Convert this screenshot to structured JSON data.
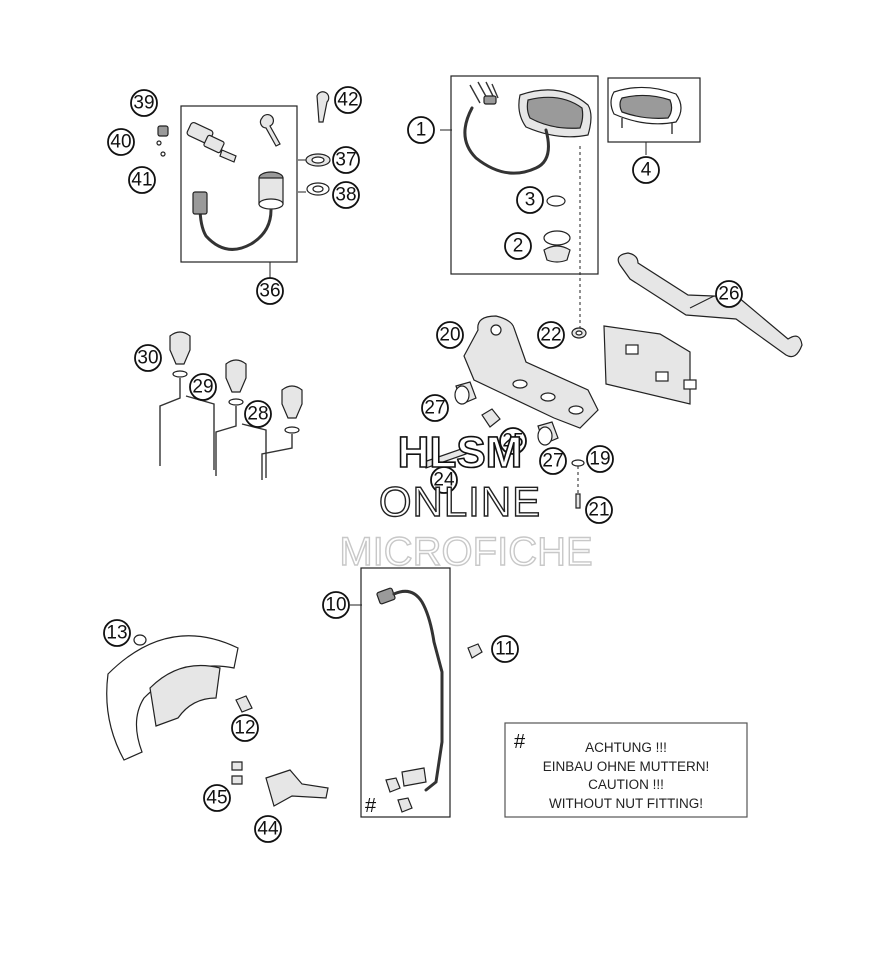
{
  "callouts": {
    "c1": "1",
    "c2": "2",
    "c3": "3",
    "c4": "4",
    "c10": "10",
    "c11": "11",
    "c12": "12",
    "c13": "13",
    "c19": "19",
    "c20": "20",
    "c21": "21",
    "c22": "22",
    "c24": "24",
    "c25": "25",
    "c26": "26",
    "c27a": "27",
    "c27b": "27",
    "c28": "28",
    "c29": "29",
    "c30": "30",
    "c36": "36",
    "c37": "37",
    "c38": "38",
    "c39": "39",
    "c40": "40",
    "c41": "41",
    "c42": "42",
    "c44": "44",
    "c45": "45"
  },
  "note": {
    "marker": "#",
    "line1": "ACHTUNG !!!",
    "line2": "EINBAU OHNE MUTTERN!",
    "line3": "CAUTION !!!",
    "line4": "WITHOUT NUT FITTING!"
  },
  "hash_marker": "#",
  "watermark": {
    "line1": "HLSM",
    "line2": "ONLINE",
    "line3": "MICROFICHE"
  }
}
